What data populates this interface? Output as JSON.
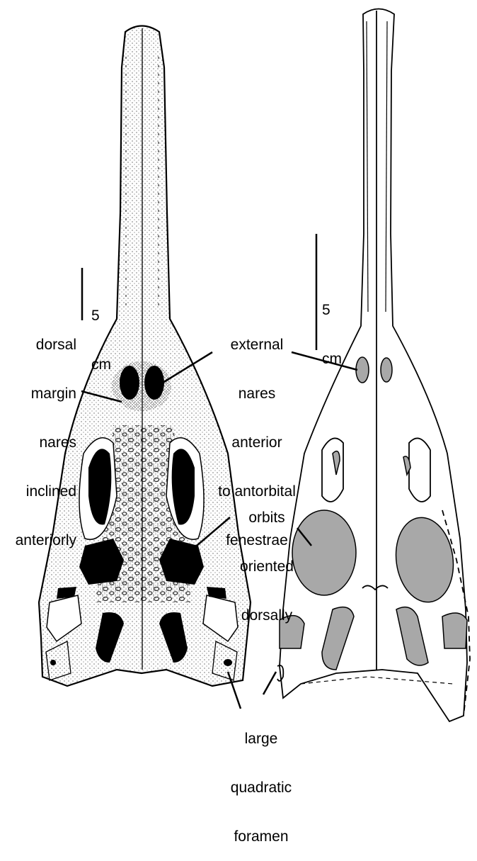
{
  "scale_bars": {
    "left": {
      "value": "5",
      "unit": "cm"
    },
    "right": {
      "value": "5",
      "unit": "cm"
    }
  },
  "labels": {
    "dorsal_margin": [
      "dorsal",
      "margin",
      "nares",
      "inclined",
      "anteriorly"
    ],
    "external_nares": [
      "external",
      "nares",
      "anterior",
      "to antorbital",
      "fenestrae"
    ],
    "orbits": [
      "orbits",
      "oriented",
      "dorsally"
    ],
    "quadratic_foramen": [
      "large",
      "quadratic",
      "foramen"
    ]
  },
  "colors": {
    "ink": "#000000",
    "fenestra_fill": "#a8a8a8",
    "stipple": "#1a1a1a",
    "background": "#ffffff"
  }
}
